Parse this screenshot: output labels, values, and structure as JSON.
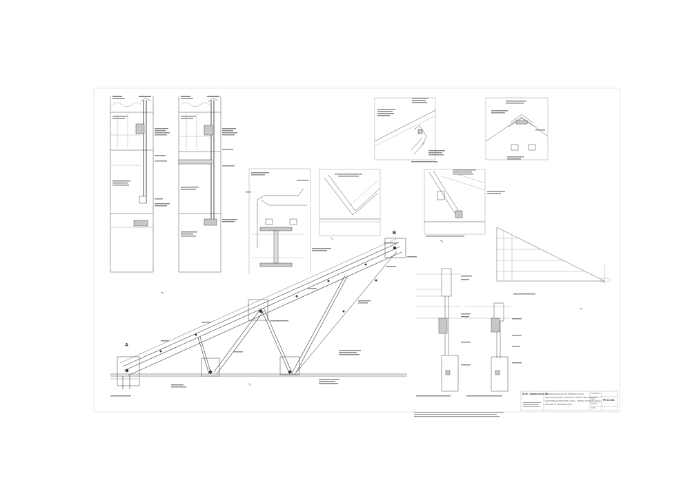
{
  "drawing": {
    "detail_marks": [
      "A",
      "B"
    ],
    "title_block": {
      "firm": "ECM · Arquitectura, SA",
      "lines": [
        "CIDADE ESCOLAR DE TORRES NOVAS",
        "REQUALIFICAÇÃO DA ESCOLA E.B.2/3 SECUNDÁRIA",
        "SUPORTE ESTRUTURAL PARA · PAINEL FOTOVOLTAICO",
        "PROJECTO DE EXECUÇÃO"
      ],
      "sheet_number": "PE 13.061",
      "small_fields": [
        "Desenho nº",
        "Data",
        "Escala",
        "Folha"
      ]
    },
    "colors": {
      "line": "#333333",
      "light": "#9a9a9a",
      "fill": "#c8c8c8",
      "paper": "#ffffff"
    }
  }
}
